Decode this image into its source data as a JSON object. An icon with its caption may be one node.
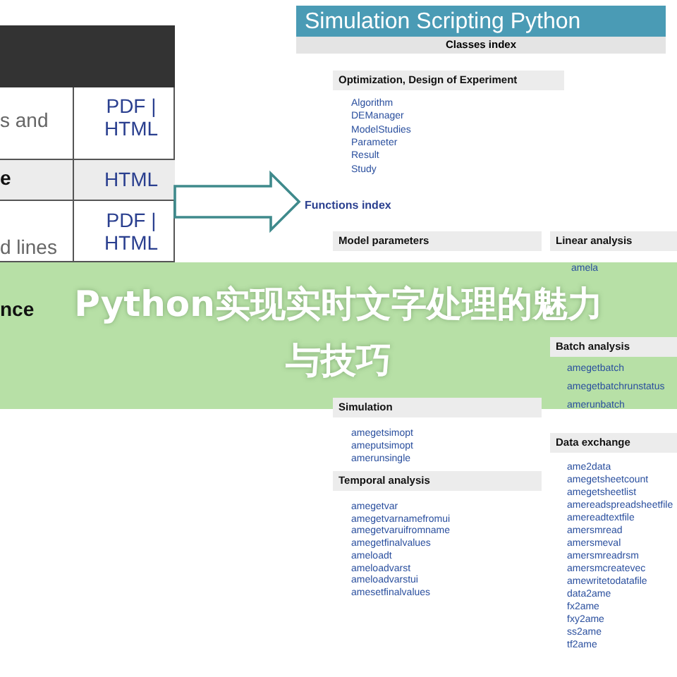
{
  "diagram": {
    "title": "Python实现实时文字处理的魅力与技巧",
    "nodes": [
      {
        "text": [],
        "shape": "box"
      },
      {
        "text": [
          "Functions index"
        ]
      }
    ],
    "edges": [
      {
        "from": 0,
        "to": 1,
        "arrow": "to"
      }
    ],
    "labels": [
      "s and",
      "PDF | HTML",
      "e",
      "HTML",
      "PDF | HTML",
      "d lines",
      "nce",
      "Simulation Scripting Python",
      "Classes index",
      "Optimization, Design of Experiment",
      "Algorithm",
      "DEManager",
      "ModelStudies",
      "Parameter",
      "Result",
      "Study",
      "Model parameters",
      "Linear analysis",
      "amela",
      "Batch analysis",
      "amegetbatch",
      "amegetbatchrunstatus",
      "amerunbatch",
      "Simulation",
      "amegetsimopt",
      "ameputsimopt",
      "amerunsingle",
      "Temporal analysis",
      "amegetvar",
      "amegetvarnamefromui",
      "amegetvaruifromname",
      "amegetfinalvalues",
      "ameloadt",
      "ameloadvarst",
      "ameloadvarstui",
      "amesetfinalvalues",
      "Data exchange",
      "ame2data",
      "amegetsheetcount",
      "amegetsheetlist",
      "amereadspreadsheetfile",
      "amereadtextfile",
      "amersmread",
      "amersmeval",
      "amersmreadrsm",
      "amersmcreatevec",
      "amewritetodatafile",
      "data2ame",
      "fx2ame",
      "fxy2ame",
      "ss2ame",
      "tf2ame"
    ]
  }
}
